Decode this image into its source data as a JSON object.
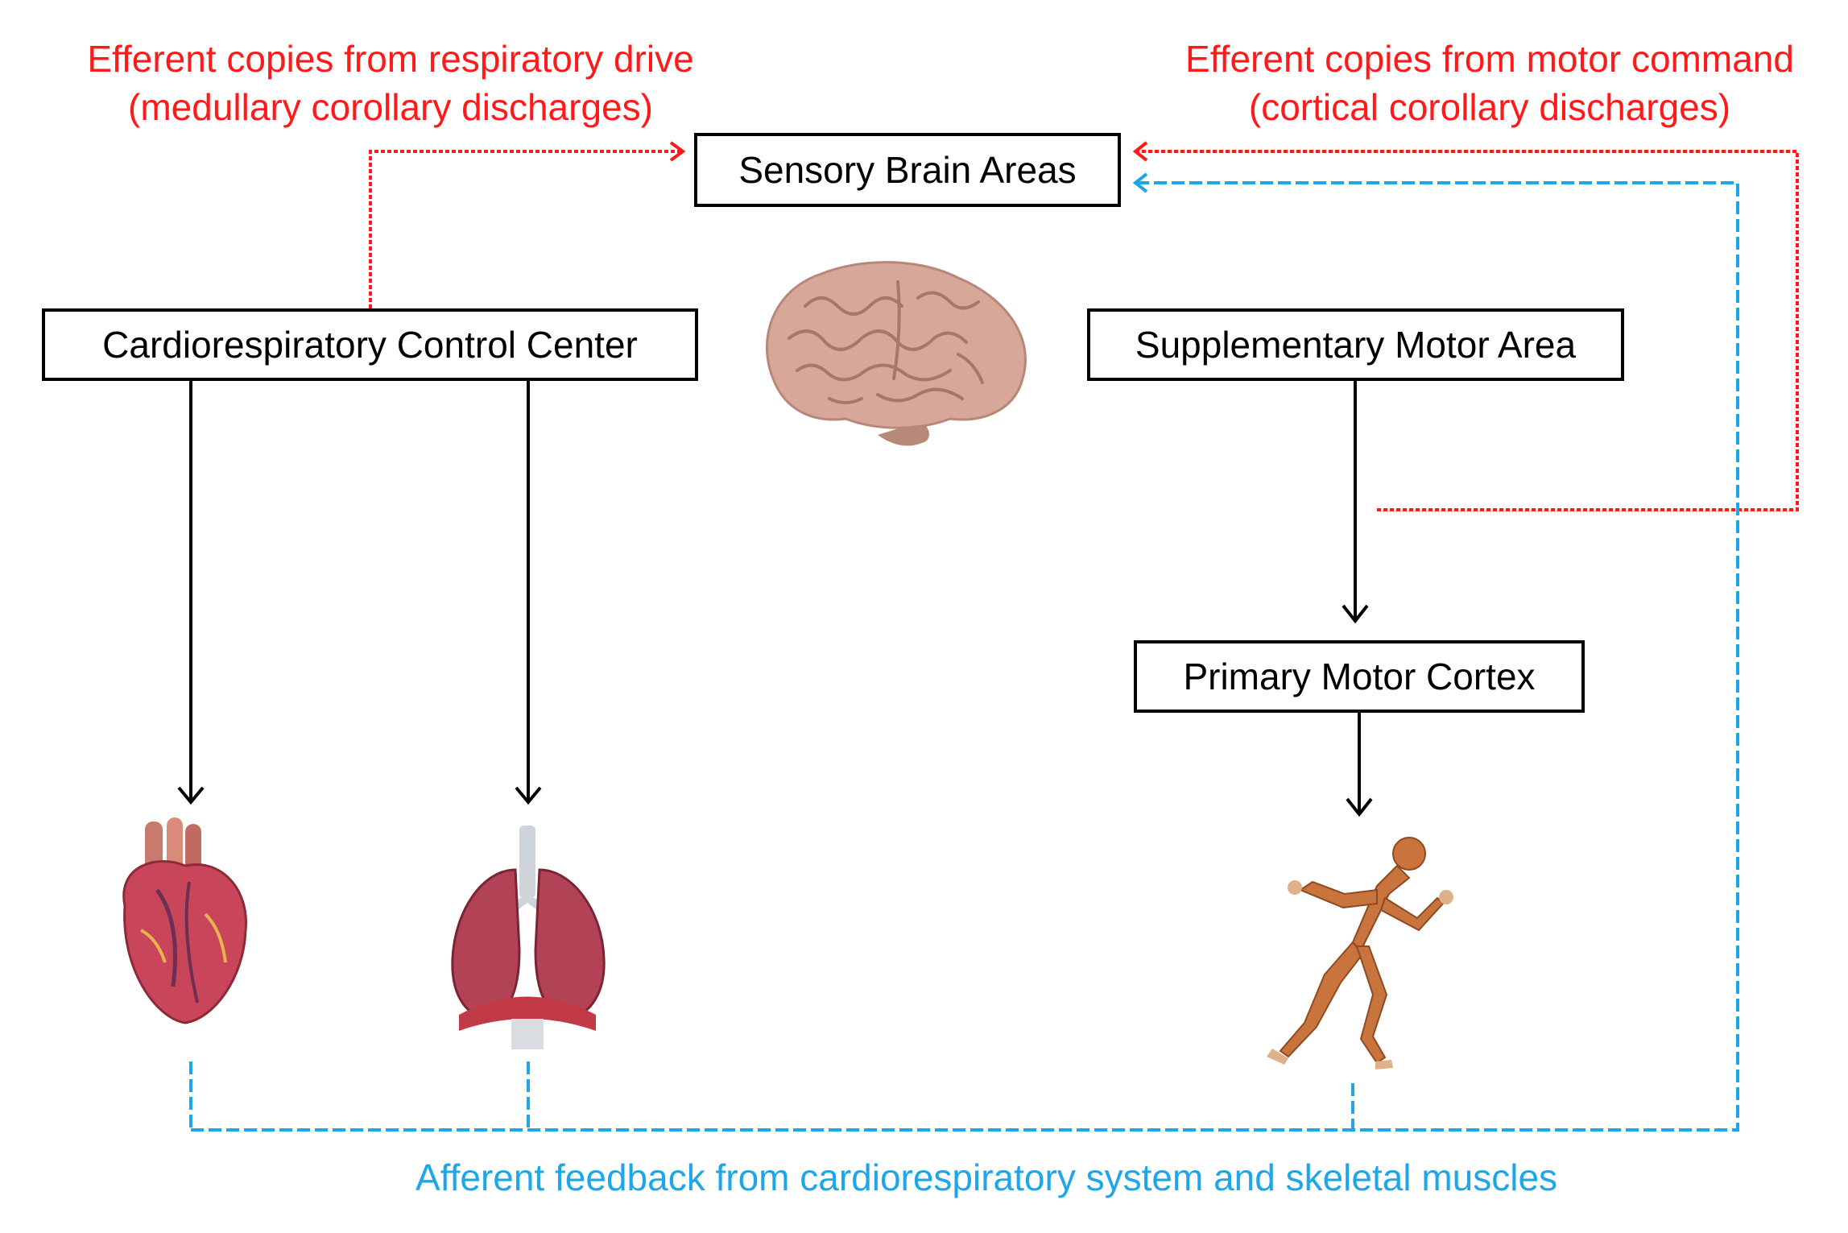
{
  "colors": {
    "efferent": "#ff1a1a",
    "afferent": "#1ea7e8",
    "control": "#000000"
  },
  "captions": {
    "respiratory_line1": "Efferent copies from respiratory drive",
    "respiratory_line2": "(medullary corollary discharges)",
    "motor_line1": "Efferent copies from motor command",
    "motor_line2": "(cortical corollary discharges)",
    "afferent": "Afferent feedback from cardiorespiratory system and skeletal muscles"
  },
  "boxes": {
    "sensory": "Sensory Brain Areas",
    "cardio": "Cardiorespiratory Control Center",
    "sma": "Supplementary Motor Area",
    "pmc": "Primary Motor Cortex"
  },
  "images": [
    "brain",
    "heart",
    "lungs",
    "running-figure"
  ]
}
